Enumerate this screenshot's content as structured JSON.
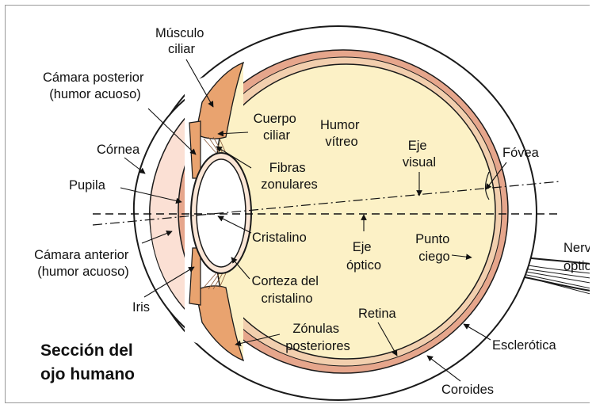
{
  "title": {
    "line1": "Sección del",
    "line2": "ojo humano"
  },
  "labels": {
    "musculo_ciliar": [
      "Músculo",
      "ciliar"
    ],
    "camara_posterior": [
      "Cámara posterior",
      "(humor acuoso)"
    ],
    "cornea": [
      "Córnea"
    ],
    "pupila": [
      "Pupila"
    ],
    "camara_anterior": [
      "Cámara anterior",
      "(humor acuoso)"
    ],
    "iris": [
      "Iris"
    ],
    "cuerpo_ciliar": [
      "Cuerpo",
      "ciliar"
    ],
    "humor_vitreo": [
      "Humor",
      "vítreo"
    ],
    "eje_visual": [
      "Eje",
      "visual"
    ],
    "fovea": [
      "Fóvea"
    ],
    "fibras_zonulares": [
      "Fibras",
      "zonulares"
    ],
    "cristalino": [
      "Cristalino"
    ],
    "eje_optico": [
      "Eje",
      "óptico"
    ],
    "punto_ciego": [
      "Punto",
      "ciego"
    ],
    "nervio_optico": [
      "Nervio",
      "óptico"
    ],
    "corteza_cristalino": [
      "Corteza del",
      "cristalino"
    ],
    "zonulas_posteriores": [
      "Zónulas",
      "posteriores"
    ],
    "retina": [
      "Retina"
    ],
    "esclerotica": [
      "Esclerótica"
    ],
    "coroides": [
      "Coroides"
    ]
  },
  "colors": {
    "sclera": "#ffffff",
    "outline": "#1a1a1a",
    "choroid": "#e6a68c",
    "retina_band": "#f2cfae",
    "vitreous": "#fcf1c6",
    "cornea_chamber": "#fbe0d4",
    "ciliary": "#e9a36f",
    "lens": "#ffffff"
  }
}
